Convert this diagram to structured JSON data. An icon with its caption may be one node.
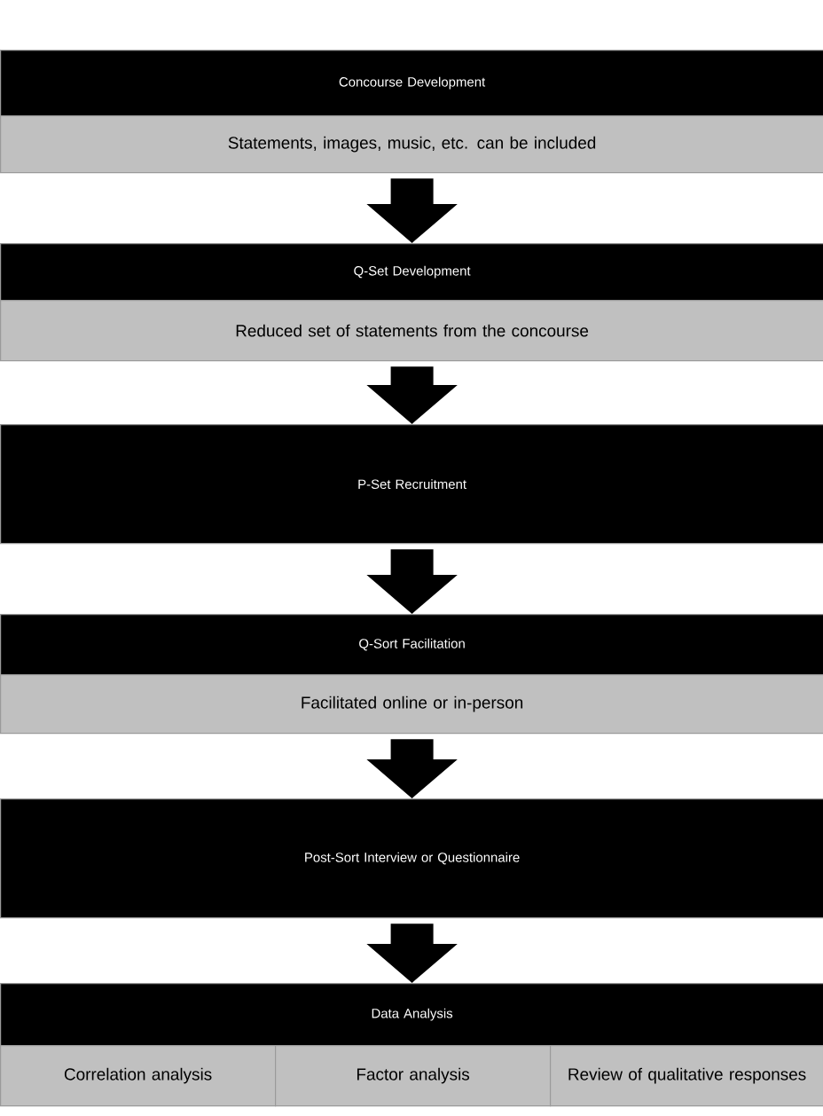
{
  "diagram": {
    "nodes": [
      {
        "text": [
          "Concourse Development"
        ]
      },
      {
        "text": [
          "Statements, images, music, etc. can be included"
        ]
      },
      {
        "text": [
          "Q-Set Development"
        ]
      },
      {
        "text": [
          "Reduced set of statements from the concourse"
        ]
      },
      {
        "text": [
          "P-Set Recruitment"
        ]
      },
      {
        "text": [
          "Q-Sort Facilitation"
        ]
      },
      {
        "text": [
          "Facilitated online or in-person"
        ]
      },
      {
        "text": [
          "Post-Sort Interview or Questionnaire"
        ]
      },
      {
        "text": [
          "Data Analysis"
        ]
      },
      {
        "text": [
          "Correlation analysis"
        ]
      },
      {
        "text": [
          "Factor analysis"
        ]
      },
      {
        "text": [
          "Review of qualitative responses"
        ]
      }
    ],
    "edges": [
      {
        "from": 1,
        "to": 2,
        "arrow": "to"
      },
      {
        "from": 3,
        "to": 4,
        "arrow": "to"
      },
      {
        "from": 4,
        "to": 5,
        "arrow": "to"
      },
      {
        "from": 6,
        "to": 7,
        "arrow": "to"
      },
      {
        "from": 7,
        "to": 8,
        "arrow": "to"
      }
    ]
  }
}
